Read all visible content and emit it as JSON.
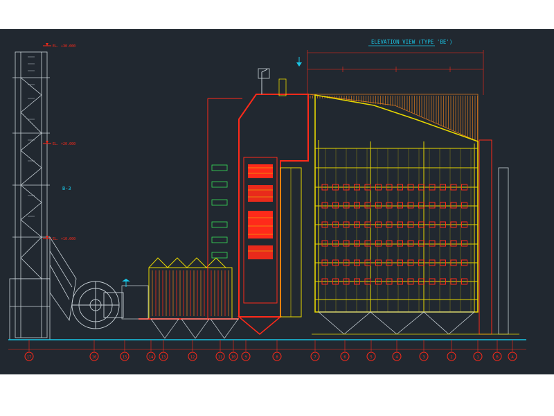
{
  "colors": {
    "background": "#212830",
    "structure_red": "#ff2a1a",
    "structure_yellow": "#e8d800",
    "line_white": "#c9d2d8",
    "accent_cyan": "#19c6e6",
    "accent_green": "#38e05a",
    "hatch_orange": "#d9781f"
  },
  "drawing": {
    "title": "ELEVATION VIEW (TYPE 'BE')"
  },
  "level_labels": {
    "stack_top": "EL. +30.000",
    "stack_mid": "EL. +20.000",
    "stack_low": "EL. +10.000"
  },
  "side_tag": "B-3",
  "grid_axes": [
    "17",
    "16",
    "15",
    "14",
    "13",
    "12",
    "11",
    "10",
    "9",
    "8",
    "7",
    "6",
    "5",
    "4",
    "3",
    "2",
    "1",
    "B",
    "A"
  ],
  "icons": [
    "section-marker-icon"
  ]
}
